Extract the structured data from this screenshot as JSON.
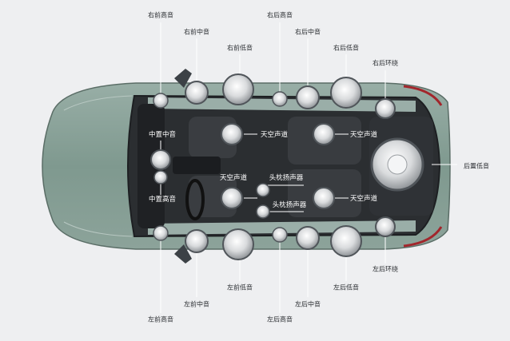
{
  "labels": {
    "front_right_tweeter": "右前高音",
    "front_right_mid": "右前中音",
    "front_right_woofer": "右前低音",
    "rear_right_tweeter": "右后高音",
    "rear_right_mid": "右后中音",
    "rear_right_woofer": "右后低音",
    "right_surround": "右后环绕",
    "center_mid": "中置中音",
    "center_tweeter": "中置高音",
    "atmos_front_top": "天空声道",
    "atmos_rear_top": "天空声道",
    "atmos_front_bottom": "天空声道",
    "atmos_rear_bottom": "天空声道",
    "headrest_speaker_top": "头枕扬声器",
    "headrest_speaker_bottom": "头枕扬声器",
    "subwoofer": "后置低音",
    "left_surround": "左后环绕",
    "front_left_woofer": "左前低音",
    "front_left_mid": "左前中音",
    "front_left_tweeter": "左前高音",
    "rear_left_tweeter": "左后高音",
    "rear_left_mid": "左后中音",
    "rear_left_woofer": "左后低音"
  },
  "colors": {
    "background": "#eeeff1",
    "car_body": "#7f998f",
    "interior": "#2a2c2f",
    "label_text": "#2a2d31",
    "leader_line": "#ffffff"
  }
}
